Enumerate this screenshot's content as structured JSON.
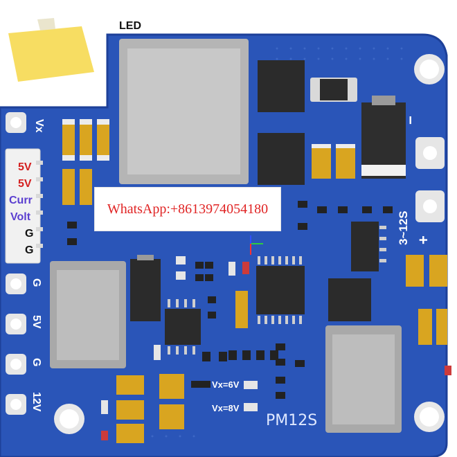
{
  "header_label": "LED",
  "pin_labels_top": {
    "vx": "Vx",
    "five_v_a": "5V",
    "five_v_b": "5V",
    "curr": "Curr",
    "volt": "Volt",
    "ground_a": "G",
    "ground_b": "G"
  },
  "pin_labels_left": {
    "g1": "G",
    "v5": "5V",
    "g2": "G",
    "v12": "12V"
  },
  "right_labels": {
    "minus": "−",
    "range": "3~12S",
    "plus": "+"
  },
  "jumper_labels": {
    "vx6": "Vx=6V",
    "vx8": "Vx=8V"
  },
  "model": "PM12S",
  "watermark": "WhatsApp:+8613974054180",
  "colors": {
    "pcb_blue": "#2a55b8",
    "label_red": "#d42020",
    "label_violet": "#5b3fd0",
    "watermark_red": "#e02424",
    "sticky_yellow": "#f7dd62"
  },
  "icons": [
    "sticky-note-icon"
  ]
}
